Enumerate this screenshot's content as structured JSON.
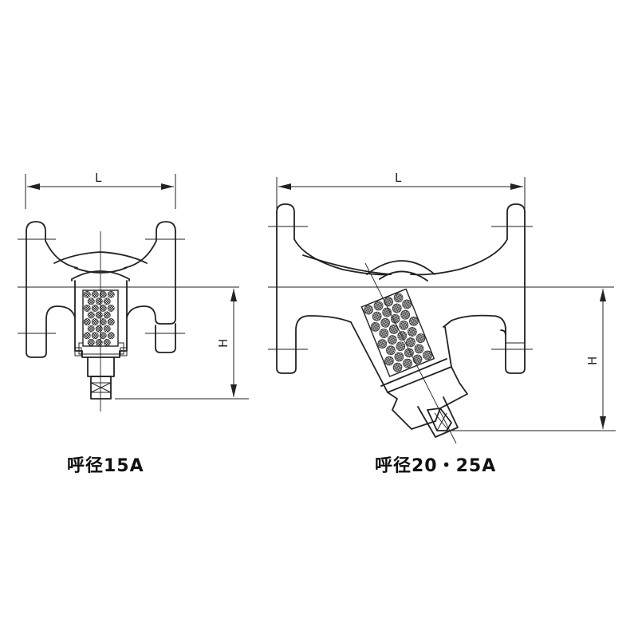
{
  "views": [
    {
      "id": "15A",
      "caption": "呼径15A",
      "dim_length_label": "L",
      "dim_height_label": "H"
    },
    {
      "id": "20-25A",
      "caption": "呼径20・25A",
      "dim_length_label": "L",
      "dim_height_label": "H"
    }
  ],
  "colors": {
    "line": "#222222",
    "background": "#ffffff"
  }
}
